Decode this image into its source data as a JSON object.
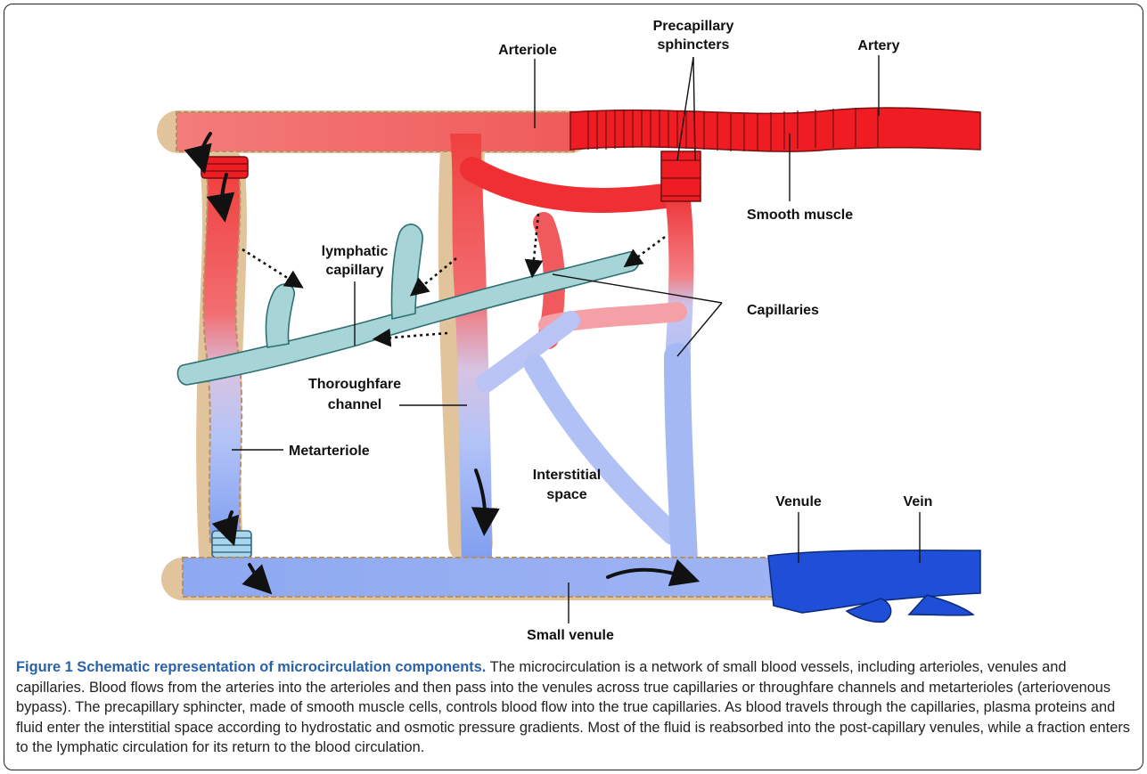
{
  "labels": {
    "arteriole": "Arteriole",
    "precapillary_line1": "Precapillary",
    "precapillary_line2": "sphincters",
    "artery": "Artery",
    "smooth_muscle": "Smooth muscle",
    "lymphatic_line1": "lymphatic",
    "lymphatic_line2": "capillary",
    "capillaries": "Capillaries",
    "thoroughfare_line1": "Thoroughfare",
    "thoroughfare_line2": "channel",
    "metarteriole": "Metarteriole",
    "interstitial_line1": "Interstitial",
    "interstitial_line2": "space",
    "venule": "Venule",
    "vein": "Vein",
    "small_venule": "Small venule"
  },
  "caption": {
    "title": "Figure 1 Schematic representation of microcirculation components.",
    "text": " The microcirculation is a network of small blood vessels, including arterioles, venules and capillaries. Blood flows from the arteries into the arterioles and then pass into the venules across true capillaries or throughfare channels and metarterioles (arteriovenous bypass). The precapillary sphincter, made of smooth muscle cells, controls blood flow into the true capillaries. As blood travels through the capillaries, plasma proteins and fluid enter the interstitial space according to hydrostatic and osmotic pressure gradients. Most of the fluid is reabsorbed into the post-capillary venules, while a fraction enters to the lymphatic circulation for its return to the blood circulation."
  },
  "colors": {
    "artery": "#ef1c24",
    "arteriole": "#f26b6b",
    "venule_blue": "#7e9cf0",
    "vein": "#1f4fd6",
    "lymph": "#a7d4d6",
    "tissue": "#e2c49c",
    "caption_title": "#2a62a8"
  }
}
